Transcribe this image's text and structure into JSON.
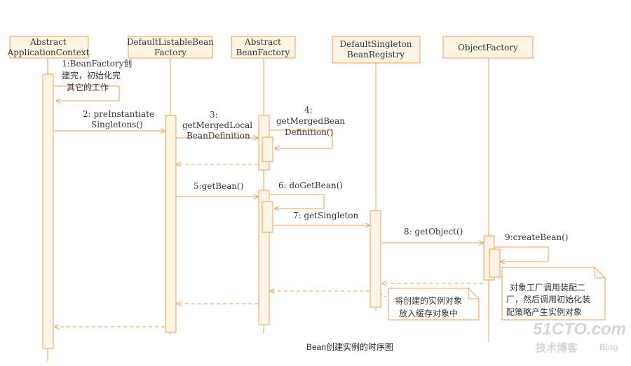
{
  "colors": {
    "line": "#e4a15e",
    "box_fill": "#fff3e3",
    "box_stroke": "#e4a15e",
    "text": "#333333",
    "watermark": "#d5d5d5"
  },
  "participants": [
    {
      "id": "p1",
      "lines": [
        "Abstract",
        "ApplicationContext"
      ]
    },
    {
      "id": "p2",
      "lines": [
        "DefaultListableBean",
        "Factory"
      ]
    },
    {
      "id": "p3",
      "lines": [
        "Abstract",
        "BeanFactory"
      ]
    },
    {
      "id": "p4",
      "lines": [
        "DefaultSingleton",
        "BeanRegistry"
      ]
    },
    {
      "id": "p5",
      "lines": [
        "ObjectFactory"
      ]
    }
  ],
  "messages": [
    {
      "id": "m1",
      "lines": [
        "1:BeanFactory创",
        "建完，初始化完",
        "其它的工作"
      ]
    },
    {
      "id": "m2",
      "lines": [
        "2: preInstantiate",
        "Singletons()"
      ]
    },
    {
      "id": "m3",
      "lines": [
        "3:",
        "getMergedLocal",
        "BeanDefinition"
      ]
    },
    {
      "id": "m4",
      "lines": [
        "4:",
        "getMergedBean",
        "Definition()"
      ]
    },
    {
      "id": "m5",
      "lines": [
        "5:getBean()"
      ]
    },
    {
      "id": "m6",
      "lines": [
        "6: doGetBean()"
      ]
    },
    {
      "id": "m7",
      "lines": [
        "7: getSingleton"
      ]
    },
    {
      "id": "m8",
      "lines": [
        "8: getObject()"
      ]
    },
    {
      "id": "m9",
      "lines": [
        "9:createBean()"
      ]
    }
  ],
  "notes": [
    {
      "id": "n1",
      "lines": [
        "对象工厂调用装配二",
        "厂，然后调用初始化装",
        "配策略产生实例对象"
      ]
    },
    {
      "id": "n2",
      "lines": [
        "将创建的实例对象",
        "放入缓存对象中"
      ]
    }
  ],
  "caption": "Bean创建实例的时序图",
  "watermark": {
    "logo": "51CTO.com",
    "tagline": "技术博客",
    "suffix": "Blog"
  }
}
